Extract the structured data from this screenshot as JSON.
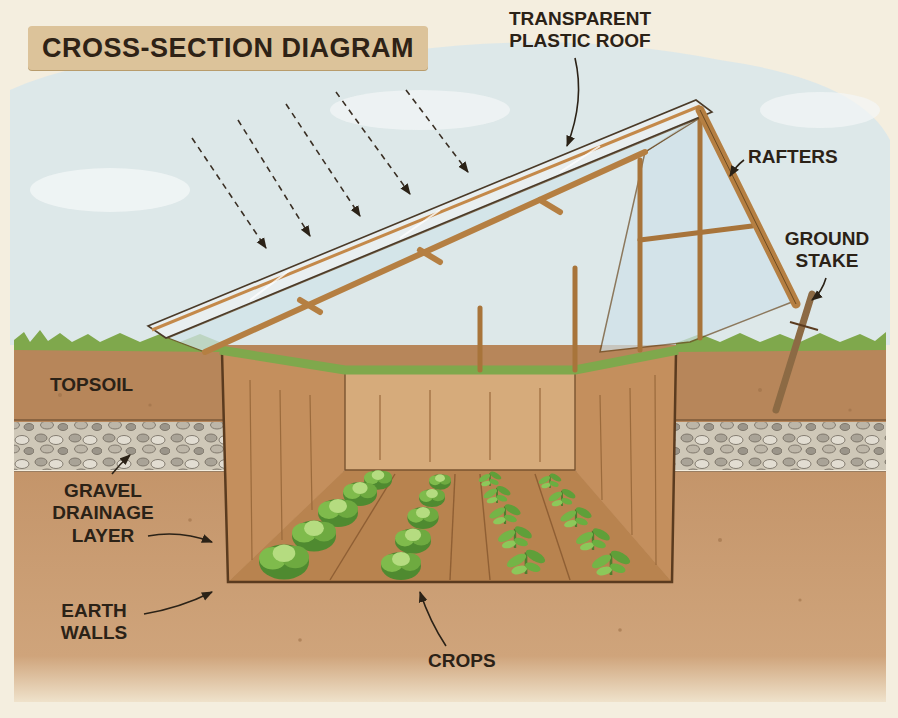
{
  "diagram": {
    "title": "CROSS-SECTION DIAGRAM",
    "labels": [
      "TRANSPARENT PLASTIC ROOF",
      "RAFTERS",
      "GROUND STAKE",
      "TOPSOIL",
      "GRAVEL DRAINAGE LAYER",
      "EARTH WALLS",
      "CROPS"
    ]
  }
}
